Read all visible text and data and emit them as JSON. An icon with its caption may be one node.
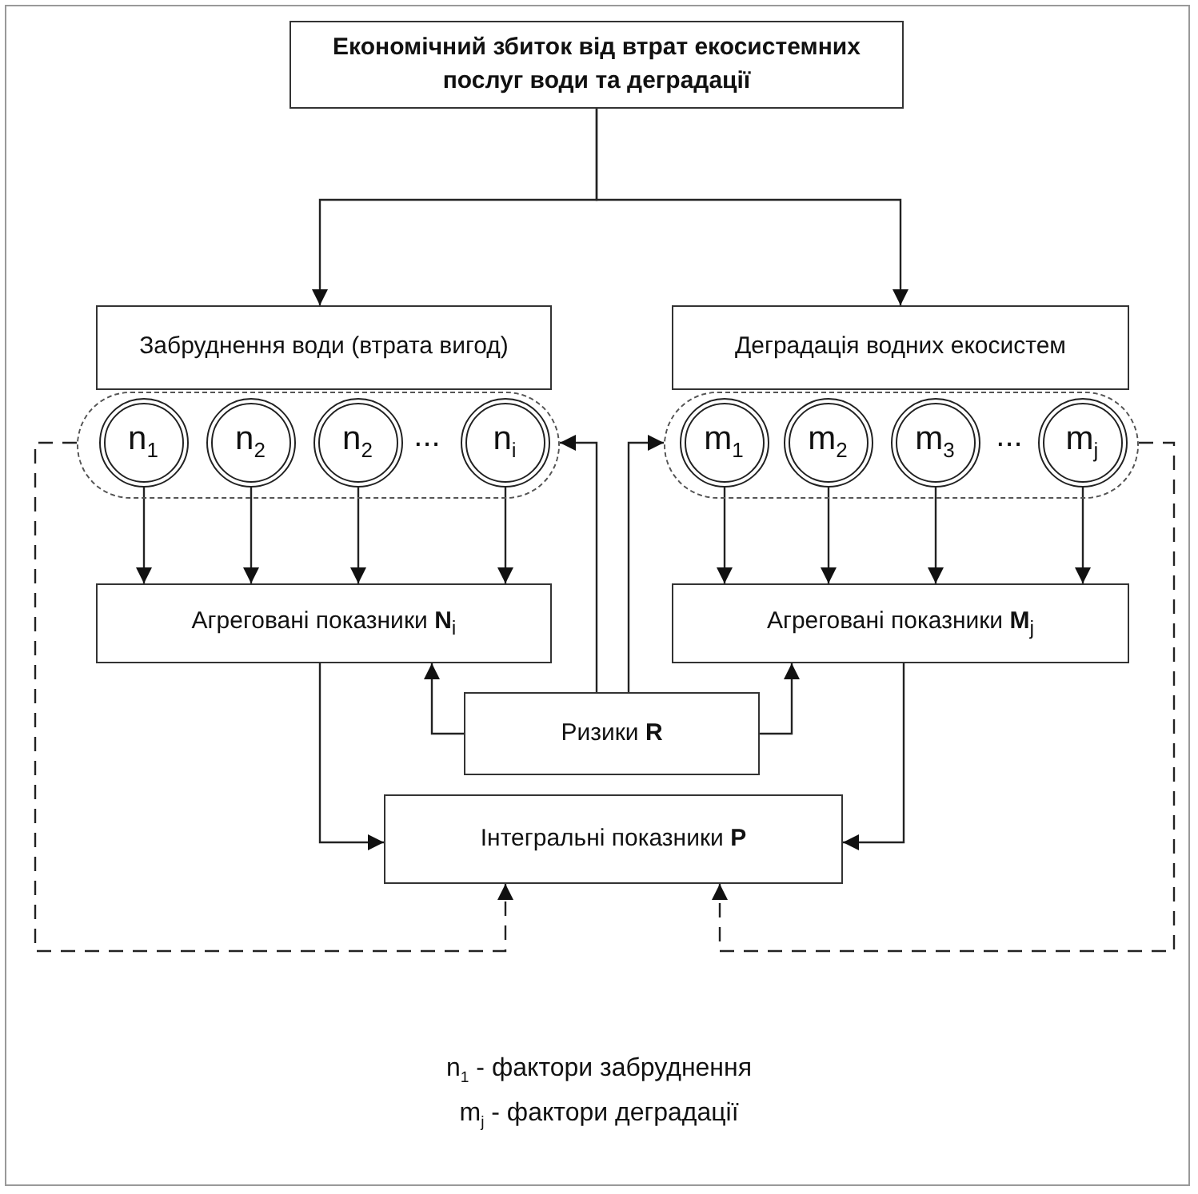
{
  "diagram": {
    "nodes": [
      {
        "text": [
          "Економічний збиток від втрат екосистемних послуг води та деградації"
        ]
      },
      {
        "text": [
          "Забруднення води (втрата вигод)"
        ]
      },
      {
        "text": [
          "Деградація водних екосистем"
        ]
      },
      {
        "text": [],
        "shape": "box"
      },
      {
        "text": [
          "n$_{1}$"
        ],
        "in": 3
      },
      {
        "text": [
          "n$_{2}$"
        ],
        "in": 3
      },
      {
        "text": [
          "n$_{2}$"
        ],
        "in": 3
      },
      {
        "text": [
          "n$_{i}$"
        ],
        "in": 3
      },
      {
        "text": [],
        "shape": "box"
      },
      {
        "text": [
          "m$_{1}$"
        ],
        "in": 8
      },
      {
        "text": [
          "m$_{2}$"
        ],
        "in": 8
      },
      {
        "text": [
          "m$_{3}$"
        ],
        "in": 8
      },
      {
        "text": [
          "m$_{j}$"
        ],
        "in": 8
      },
      {
        "text": [
          "Агреговані показники **N**$_{i}$"
        ]
      },
      {
        "text": [
          "Агреговані показники **M**$_{j}$"
        ]
      },
      {
        "text": [
          "Ризики **R**"
        ]
      },
      {
        "text": [
          "Інтегральні показники **P**"
        ]
      }
    ],
    "edges": [
      {
        "from": 0,
        "to": 1,
        "arrow": "to"
      },
      {
        "from": 0,
        "to": 2,
        "arrow": "to"
      },
      {
        "from": 4,
        "to": 13,
        "arrow": "to"
      },
      {
        "from": 5,
        "to": 13,
        "arrow": "to"
      },
      {
        "from": 6,
        "to": 13,
        "arrow": "to"
      },
      {
        "from": 7,
        "to": 13,
        "arrow": "to"
      },
      {
        "from": 9,
        "to": 14,
        "arrow": "to"
      },
      {
        "from": 10,
        "to": 14,
        "arrow": "to"
      },
      {
        "from": 11,
        "to": 14,
        "arrow": "to"
      },
      {
        "from": 12,
        "to": 14,
        "arrow": "to"
      },
      {
        "from": 15,
        "to": 3,
        "arrow": "to"
      },
      {
        "from": 15,
        "to": 8,
        "arrow": "to"
      },
      {
        "from": 15,
        "to": 13,
        "arrow": "to"
      },
      {
        "from": 15,
        "to": 14,
        "arrow": "to"
      },
      {
        "from": 13,
        "to": 16,
        "arrow": "to"
      },
      {
        "from": 14,
        "to": 16,
        "arrow": "to"
      },
      {
        "from": 3,
        "to": 16,
        "arrow": "to",
        "style": "dashed"
      },
      {
        "from": 8,
        "to": 16,
        "arrow": "to",
        "style": "dashed"
      }
    ],
    "labels": [
      "...",
      "...",
      "n$_{1}$ - фактори забруднення",
      "m$_{j}$ - фактори деградації"
    ]
  }
}
